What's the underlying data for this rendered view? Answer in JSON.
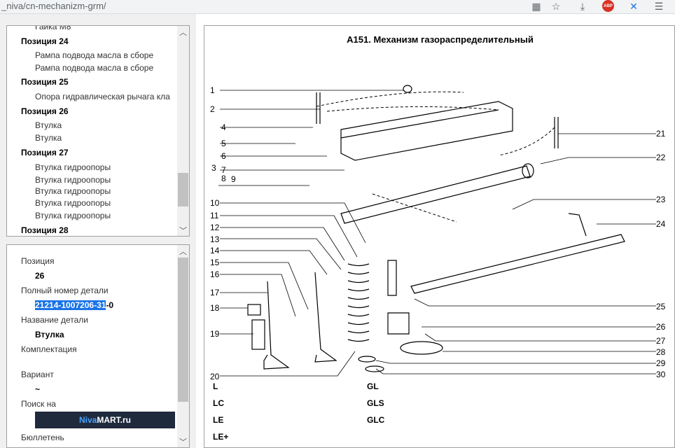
{
  "browser": {
    "url": "_niva/cn-mechanizm-grm/",
    "icons": [
      "grid-icon",
      "star-icon",
      "download-icon",
      "adblock-icon",
      "sword-icon",
      "menu-icon"
    ],
    "abp_label": "ABP"
  },
  "tree": {
    "rows": [
      {
        "kind": "item",
        "label": "Гайка М8"
      },
      {
        "kind": "head",
        "label": "Позиция 24"
      },
      {
        "kind": "item",
        "label": "Рампа подвода масла в сборе"
      },
      {
        "kind": "item",
        "label": "Рампа подвода масла в сборе"
      },
      {
        "kind": "head",
        "label": "Позиция 25"
      },
      {
        "kind": "item",
        "label": "Опора гидравлическая рычага кла"
      },
      {
        "kind": "head",
        "label": "Позиция 26"
      },
      {
        "kind": "item",
        "label": "Втулка"
      },
      {
        "kind": "item",
        "label": "Втулка"
      },
      {
        "kind": "head",
        "label": "Позиция 27"
      },
      {
        "kind": "item",
        "label": "Втулка гидроопоры"
      },
      {
        "kind": "item",
        "label": "Втулка гидроопоры"
      },
      {
        "kind": "item",
        "label": "Втулка гидроопоры"
      },
      {
        "kind": "item",
        "label": "Втулка гидроопоры"
      },
      {
        "kind": "item",
        "label": "Втулка гидроопоры"
      },
      {
        "kind": "head",
        "label": "Позиция 28"
      }
    ]
  },
  "details": {
    "position_label": "Позиция",
    "position_value": "26",
    "part_number_label": "Полный номер детали",
    "part_number_selected": "21214-1007206-31",
    "part_number_rest": "-0",
    "part_name_label": "Название детали",
    "part_name_value": "Втулка",
    "kit_label": "Комплектация",
    "variant_label": "Вариант",
    "variant_value": "~",
    "search_label": "Поиск на",
    "shop_brand_1": "Niva",
    "shop_brand_2": "MART.ru",
    "bulletin_label": "Бюллетень"
  },
  "diagram": {
    "title": "A151. Механизм газораспределительный",
    "callouts_left": [
      "1",
      "2",
      "4",
      "5",
      "6",
      "3",
      "7",
      "8",
      "9",
      "10",
      "11",
      "12",
      "13",
      "14",
      "15",
      "16",
      "17",
      "18",
      "19",
      "20"
    ],
    "callouts_right": [
      "21",
      "22",
      "23",
      "24",
      "25",
      "26",
      "27",
      "28",
      "29",
      "30"
    ],
    "variants": [
      "L",
      "GL",
      "LC",
      "GLS",
      "LE",
      "GLC",
      "LE+"
    ]
  }
}
